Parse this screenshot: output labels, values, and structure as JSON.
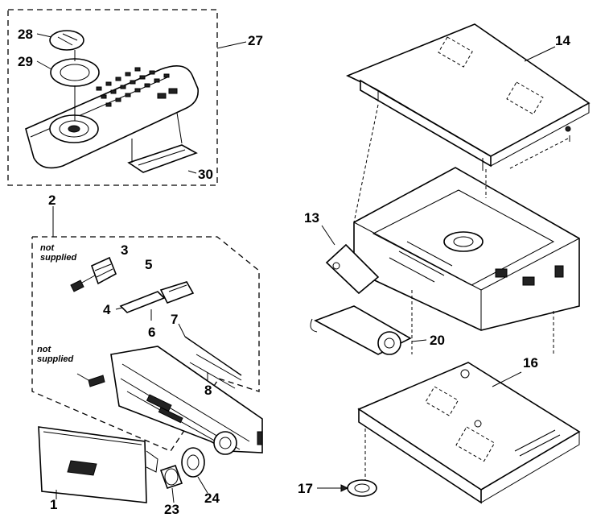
{
  "callouts": {
    "c1": "1",
    "c2": "2",
    "c3": "3",
    "c4": "4",
    "c5": "5",
    "c6": "6",
    "c7": "7",
    "c8": "8",
    "c13": "13",
    "c14": "14",
    "c16": "16",
    "c17": "17",
    "c20": "20",
    "c23": "23",
    "c24": "24",
    "c27": "27",
    "c28": "28",
    "c29": "29",
    "c30": "30"
  },
  "notes": {
    "not_supplied_top": "not supplied",
    "not_supplied_mid": "not supplied"
  }
}
